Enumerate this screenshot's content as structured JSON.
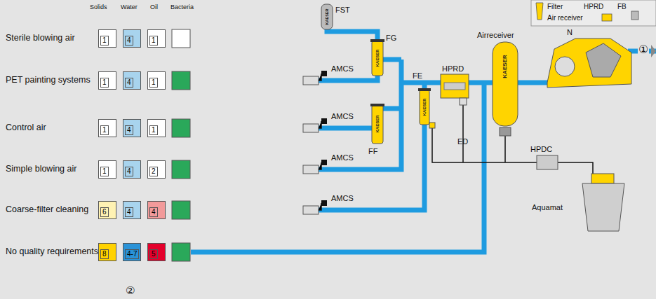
{
  "diagram": {
    "nodes": [
      {
        "text": [
          "1"
        ]
      },
      {
        "text": [
          "4"
        ]
      },
      {
        "text": [
          "1"
        ]
      },
      {
        "text": [
          "1"
        ]
      },
      {
        "text": [
          "4"
        ]
      },
      {
        "text": [
          "1"
        ]
      },
      {
        "text": [
          "1"
        ]
      },
      {
        "text": [
          "4"
        ]
      },
      {
        "text": [
          "1"
        ]
      },
      {
        "text": [
          "1"
        ]
      },
      {
        "text": [
          "4"
        ]
      },
      {
        "text": [
          "2"
        ]
      },
      {
        "text": [
          "6"
        ]
      },
      {
        "text": [
          "4"
        ]
      },
      {
        "text": [
          "4"
        ]
      },
      {
        "text": [
          "8"
        ]
      },
      {
        "text": [
          "4-7"
        ]
      },
      {
        "text": [
          "5"
        ]
      }
    ],
    "labels": [
      "Solids",
      "Water",
      "Oil",
      "Bacteria",
      "Sterile blowing air",
      "PET painting systems",
      "Control air",
      "Simple blowing air",
      "Coarse-filter cleaning",
      "No quality requirements",
      "FST",
      "AMCS",
      "AMCS",
      "AMCS",
      "AMCS",
      "FG",
      "FE",
      "FF",
      "HPRD",
      "Airreceiver",
      "N",
      "ED",
      "HPDC",
      "Aquamat",
      "①",
      "②",
      "KAESER",
      "KAESER",
      "KAESER",
      "KAESER",
      "KAESER"
    ],
    "legend": [
      {
        "text": "Filter"
      },
      {
        "text": "HPRD"
      },
      {
        "text": "FB"
      },
      {
        "text": "Air receiver"
      }
    ]
  }
}
